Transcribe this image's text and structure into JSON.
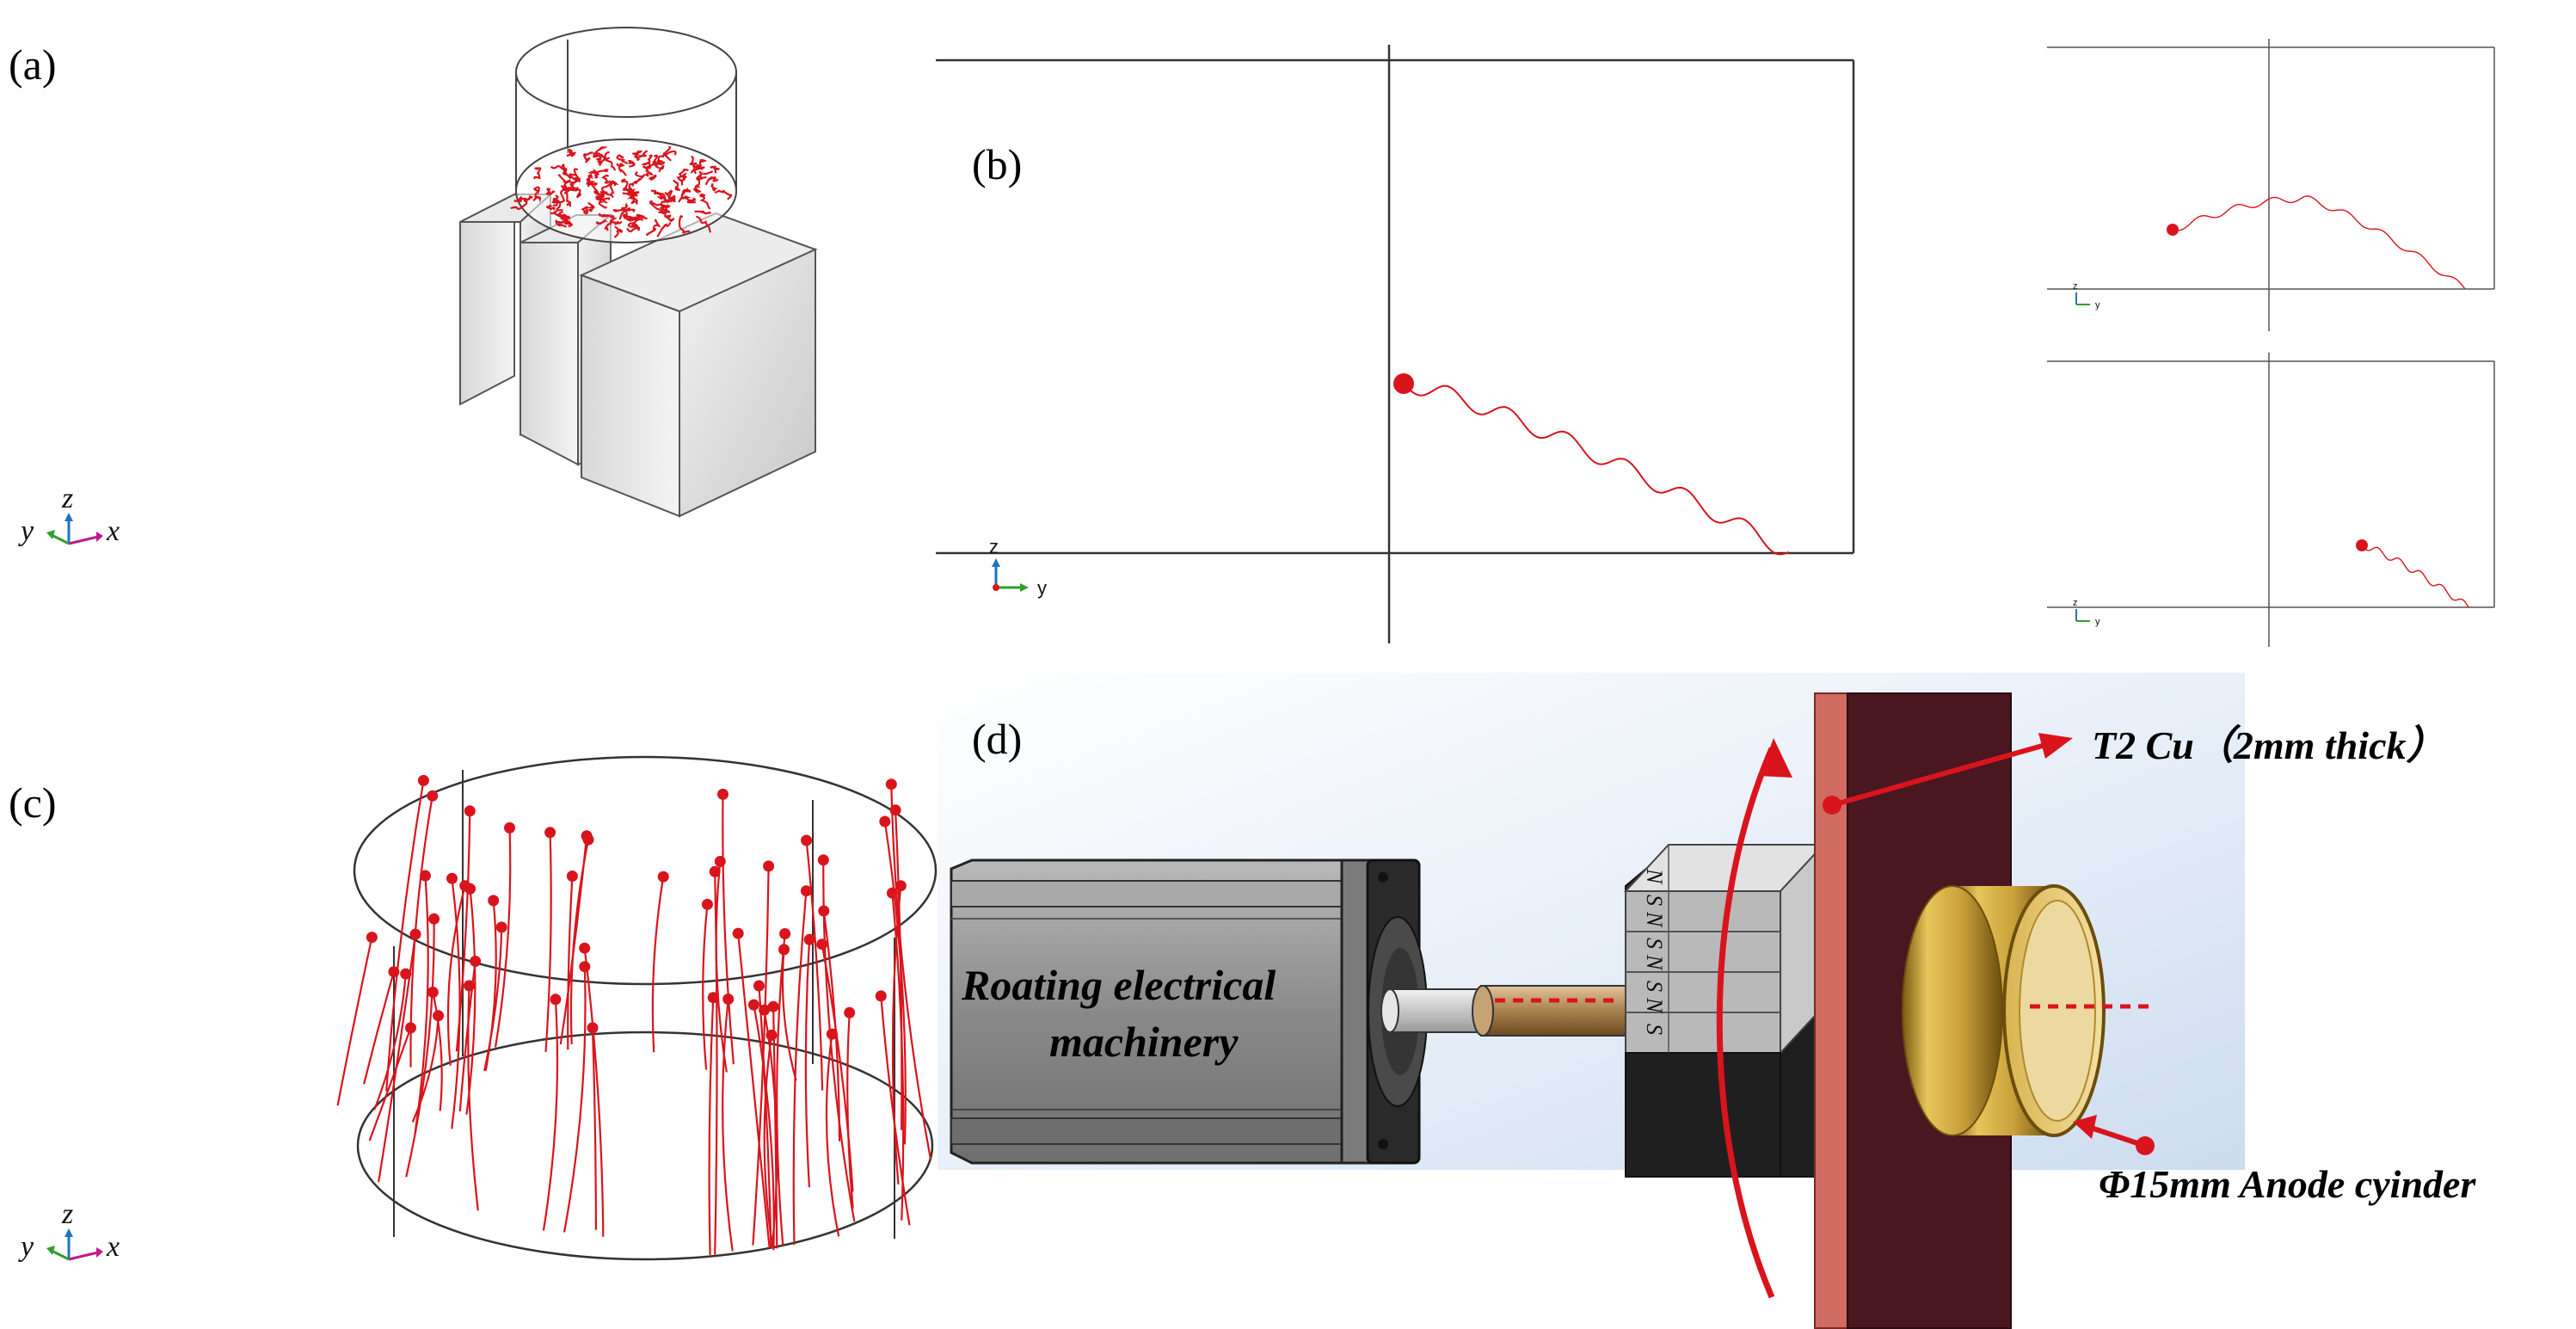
{
  "panels": {
    "a": {
      "label": "(a)",
      "axes": {
        "z": "z",
        "y": "y",
        "x": "x"
      }
    },
    "b": {
      "label": "(b)",
      "axes": {
        "z": "z",
        "y": "y"
      }
    },
    "b_inset_top": {
      "axes": {
        "z": "z",
        "y": "y"
      }
    },
    "b_inset_bottom": {
      "axes": {
        "z": "z",
        "y": "y"
      }
    },
    "c": {
      "label": "(c)",
      "axes": {
        "z": "z",
        "y": "y",
        "x": "x"
      }
    },
    "d": {
      "label": "(d)",
      "motor_line1": "Roating electrical",
      "motor_line2": "machinery",
      "callout_plate": "T2 Cu（2mm thick）",
      "callout_anode": "Φ15mm Anode cyinder",
      "magnet_letters": [
        "N",
        "S",
        "N",
        "S",
        "N",
        "S",
        "N",
        "S"
      ]
    }
  },
  "colors": {
    "trajectory": "#d9141c",
    "motor_body": "#8a8a8a",
    "magnet_light": "#cfcfcf",
    "magnet_dark": "#1e1e1e",
    "copper": "#cf6b60",
    "backplate": "#4a1620",
    "brass": "#c9a03a"
  }
}
